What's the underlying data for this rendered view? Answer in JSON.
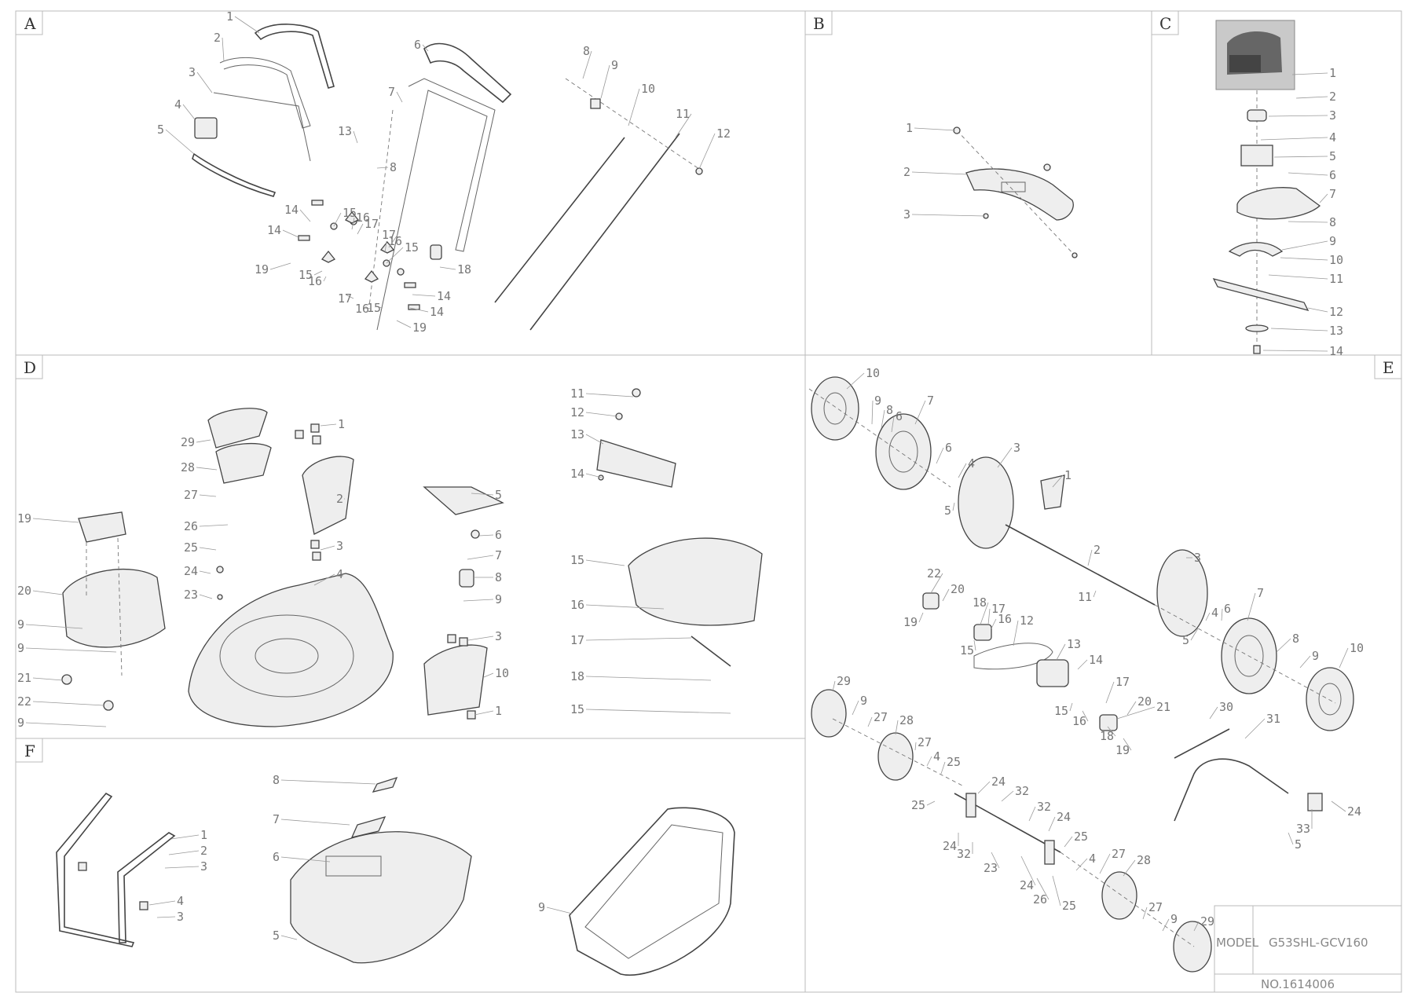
{
  "panels": {
    "A": {
      "letter": "A",
      "callouts": [
        {
          "id": "1",
          "text": "1"
        },
        {
          "id": "2",
          "text": "2"
        },
        {
          "id": "3",
          "text": "3"
        },
        {
          "id": "4",
          "text": "4"
        },
        {
          "id": "5",
          "text": "5"
        },
        {
          "id": "6",
          "text": "6"
        },
        {
          "id": "7",
          "text": "7"
        },
        {
          "id": "8a",
          "text": "8"
        },
        {
          "id": "8b",
          "text": "8"
        },
        {
          "id": "9",
          "text": "9"
        },
        {
          "id": "10",
          "text": "10"
        },
        {
          "id": "11",
          "text": "11"
        },
        {
          "id": "12",
          "text": "12"
        },
        {
          "id": "13",
          "text": "13"
        },
        {
          "id": "14a",
          "text": "14"
        },
        {
          "id": "14b",
          "text": "14"
        },
        {
          "id": "14c",
          "text": "14"
        },
        {
          "id": "14d",
          "text": "14"
        },
        {
          "id": "15a",
          "text": "15"
        },
        {
          "id": "15b",
          "text": "15"
        },
        {
          "id": "15c",
          "text": "15"
        },
        {
          "id": "15d",
          "text": "15"
        },
        {
          "id": "16a",
          "text": "16"
        },
        {
          "id": "16b",
          "text": "16"
        },
        {
          "id": "16c",
          "text": "16"
        },
        {
          "id": "16d",
          "text": "16"
        },
        {
          "id": "17a",
          "text": "17"
        },
        {
          "id": "17b",
          "text": "17"
        },
        {
          "id": "17c",
          "text": "17"
        },
        {
          "id": "18",
          "text": "18"
        },
        {
          "id": "19a",
          "text": "19"
        },
        {
          "id": "19b",
          "text": "19"
        }
      ]
    },
    "B": {
      "letter": "B",
      "callouts": [
        {
          "id": "1",
          "text": "1"
        },
        {
          "id": "2",
          "text": "2"
        },
        {
          "id": "3",
          "text": "3"
        }
      ]
    },
    "C": {
      "letter": "C",
      "callouts": [
        {
          "id": "1",
          "text": "1"
        },
        {
          "id": "2",
          "text": "2"
        },
        {
          "id": "3",
          "text": "3"
        },
        {
          "id": "4",
          "text": "4"
        },
        {
          "id": "5",
          "text": "5"
        },
        {
          "id": "6",
          "text": "6"
        },
        {
          "id": "7",
          "text": "7"
        },
        {
          "id": "8",
          "text": "8"
        },
        {
          "id": "9",
          "text": "9"
        },
        {
          "id": "10",
          "text": "10"
        },
        {
          "id": "11",
          "text": "11"
        },
        {
          "id": "12",
          "text": "12"
        },
        {
          "id": "13",
          "text": "13"
        },
        {
          "id": "14",
          "text": "14"
        }
      ]
    },
    "D": {
      "letter": "D",
      "callouts": [
        {
          "id": "1a",
          "text": "1"
        },
        {
          "id": "2",
          "text": "2"
        },
        {
          "id": "3a",
          "text": "3"
        },
        {
          "id": "4",
          "text": "4"
        },
        {
          "id": "5",
          "text": "5"
        },
        {
          "id": "6",
          "text": "6"
        },
        {
          "id": "7",
          "text": "7"
        },
        {
          "id": "8",
          "text": "8"
        },
        {
          "id": "9",
          "text": "9"
        },
        {
          "id": "3b",
          "text": "3"
        },
        {
          "id": "10",
          "text": "10"
        },
        {
          "id": "1b",
          "text": "1"
        },
        {
          "id": "11",
          "text": "11"
        },
        {
          "id": "12",
          "text": "12"
        },
        {
          "id": "13",
          "text": "13"
        },
        {
          "id": "14",
          "text": "14"
        },
        {
          "id": "15a",
          "text": "15"
        },
        {
          "id": "16",
          "text": "16"
        },
        {
          "id": "17",
          "text": "17"
        },
        {
          "id": "18",
          "text": "18"
        },
        {
          "id": "15b",
          "text": "15"
        },
        {
          "id": "29",
          "text": "29"
        },
        {
          "id": "28",
          "text": "28"
        },
        {
          "id": "27",
          "text": "27"
        },
        {
          "id": "26",
          "text": "26"
        },
        {
          "id": "25",
          "text": "25"
        },
        {
          "id": "24",
          "text": "24"
        },
        {
          "id": "23",
          "text": "23"
        },
        {
          "id": "19",
          "text": "19"
        },
        {
          "id": "20",
          "text": "20"
        },
        {
          "id": "9a",
          "text": "9"
        },
        {
          "id": "9b",
          "text": "9"
        },
        {
          "id": "21",
          "text": "21"
        },
        {
          "id": "22",
          "text": "22"
        },
        {
          "id": "9c",
          "text": "9"
        }
      ]
    },
    "E": {
      "letter": "E",
      "callouts": [
        {
          "id": "10a",
          "text": "10"
        },
        {
          "id": "9a",
          "text": "9"
        },
        {
          "id": "8a",
          "text": "8"
        },
        {
          "id": "6a",
          "text": "6"
        },
        {
          "id": "7a",
          "text": "7"
        },
        {
          "id": "6b",
          "text": "6"
        },
        {
          "id": "4a",
          "text": "4"
        },
        {
          "id": "5a",
          "text": "5"
        },
        {
          "id": "3a",
          "text": "3"
        },
        {
          "id": "1",
          "text": "1"
        },
        {
          "id": "2",
          "text": "2"
        },
        {
          "id": "3b",
          "text": "3"
        },
        {
          "id": "11",
          "text": "11"
        },
        {
          "id": "5b",
          "text": "5"
        },
        {
          "id": "4b",
          "text": "4"
        },
        {
          "id": "6c",
          "text": "6"
        },
        {
          "id": "7b",
          "text": "7"
        },
        {
          "id": "8b",
          "text": "8"
        },
        {
          "id": "9b",
          "text": "9"
        },
        {
          "id": "10b",
          "text": "10"
        },
        {
          "id": "22",
          "text": "22"
        },
        {
          "id": "20a",
          "text": "20"
        },
        {
          "id": "18a",
          "text": "18"
        },
        {
          "id": "17a",
          "text": "17"
        },
        {
          "id": "16a",
          "text": "16"
        },
        {
          "id": "19a",
          "text": "19"
        },
        {
          "id": "15a",
          "text": "15"
        },
        {
          "id": "12",
          "text": "12"
        },
        {
          "id": "13",
          "text": "13"
        },
        {
          "id": "14",
          "text": "14"
        },
        {
          "id": "15b",
          "text": "15"
        },
        {
          "id": "16b",
          "text": "16"
        },
        {
          "id": "17b",
          "text": "17"
        },
        {
          "id": "18b",
          "text": "18"
        },
        {
          "id": "20b",
          "text": "20"
        },
        {
          "id": "21",
          "text": "21"
        },
        {
          "id": "19b",
          "text": "19"
        },
        {
          "id": "29a",
          "text": "29"
        },
        {
          "id": "9c",
          "text": "9"
        },
        {
          "id": "27a",
          "text": "27"
        },
        {
          "id": "28a",
          "text": "28"
        },
        {
          "id": "27b",
          "text": "27"
        },
        {
          "id": "4c",
          "text": "4"
        },
        {
          "id": "25a",
          "text": "25"
        },
        {
          "id": "24a",
          "text": "24"
        },
        {
          "id": "32a",
          "text": "32"
        },
        {
          "id": "25b",
          "text": "25"
        },
        {
          "id": "24b",
          "text": "24"
        },
        {
          "id": "32b",
          "text": "32"
        },
        {
          "id": "32c",
          "text": "32"
        },
        {
          "id": "23",
          "text": "23"
        },
        {
          "id": "24c",
          "text": "24"
        },
        {
          "id": "26",
          "text": "26"
        },
        {
          "id": "25c",
          "text": "25"
        },
        {
          "id": "24d",
          "text": "24"
        },
        {
          "id": "25d",
          "text": "25"
        },
        {
          "id": "4d",
          "text": "4"
        },
        {
          "id": "27c",
          "text": "27"
        },
        {
          "id": "28b",
          "text": "28"
        },
        {
          "id": "27d",
          "text": "27"
        },
        {
          "id": "9d",
          "text": "9"
        },
        {
          "id": "29b",
          "text": "29"
        },
        {
          "id": "30",
          "text": "30"
        },
        {
          "id": "31",
          "text": "31"
        },
        {
          "id": "24e",
          "text": "24"
        },
        {
          "id": "33",
          "text": "33"
        },
        {
          "id": "5c",
          "text": "5"
        }
      ]
    },
    "F": {
      "letter": "F",
      "callouts": [
        {
          "id": "1",
          "text": "1"
        },
        {
          "id": "2",
          "text": "2"
        },
        {
          "id": "3a",
          "text": "3"
        },
        {
          "id": "4",
          "text": "4"
        },
        {
          "id": "3b",
          "text": "3"
        },
        {
          "id": "8",
          "text": "8"
        },
        {
          "id": "7",
          "text": "7"
        },
        {
          "id": "6",
          "text": "6"
        },
        {
          "id": "5",
          "text": "5"
        },
        {
          "id": "9",
          "text": "9"
        }
      ]
    }
  },
  "title_block": {
    "model_label": "MODEL",
    "model_value": "G53SHL-GCV160",
    "number": "NO.1614006"
  }
}
